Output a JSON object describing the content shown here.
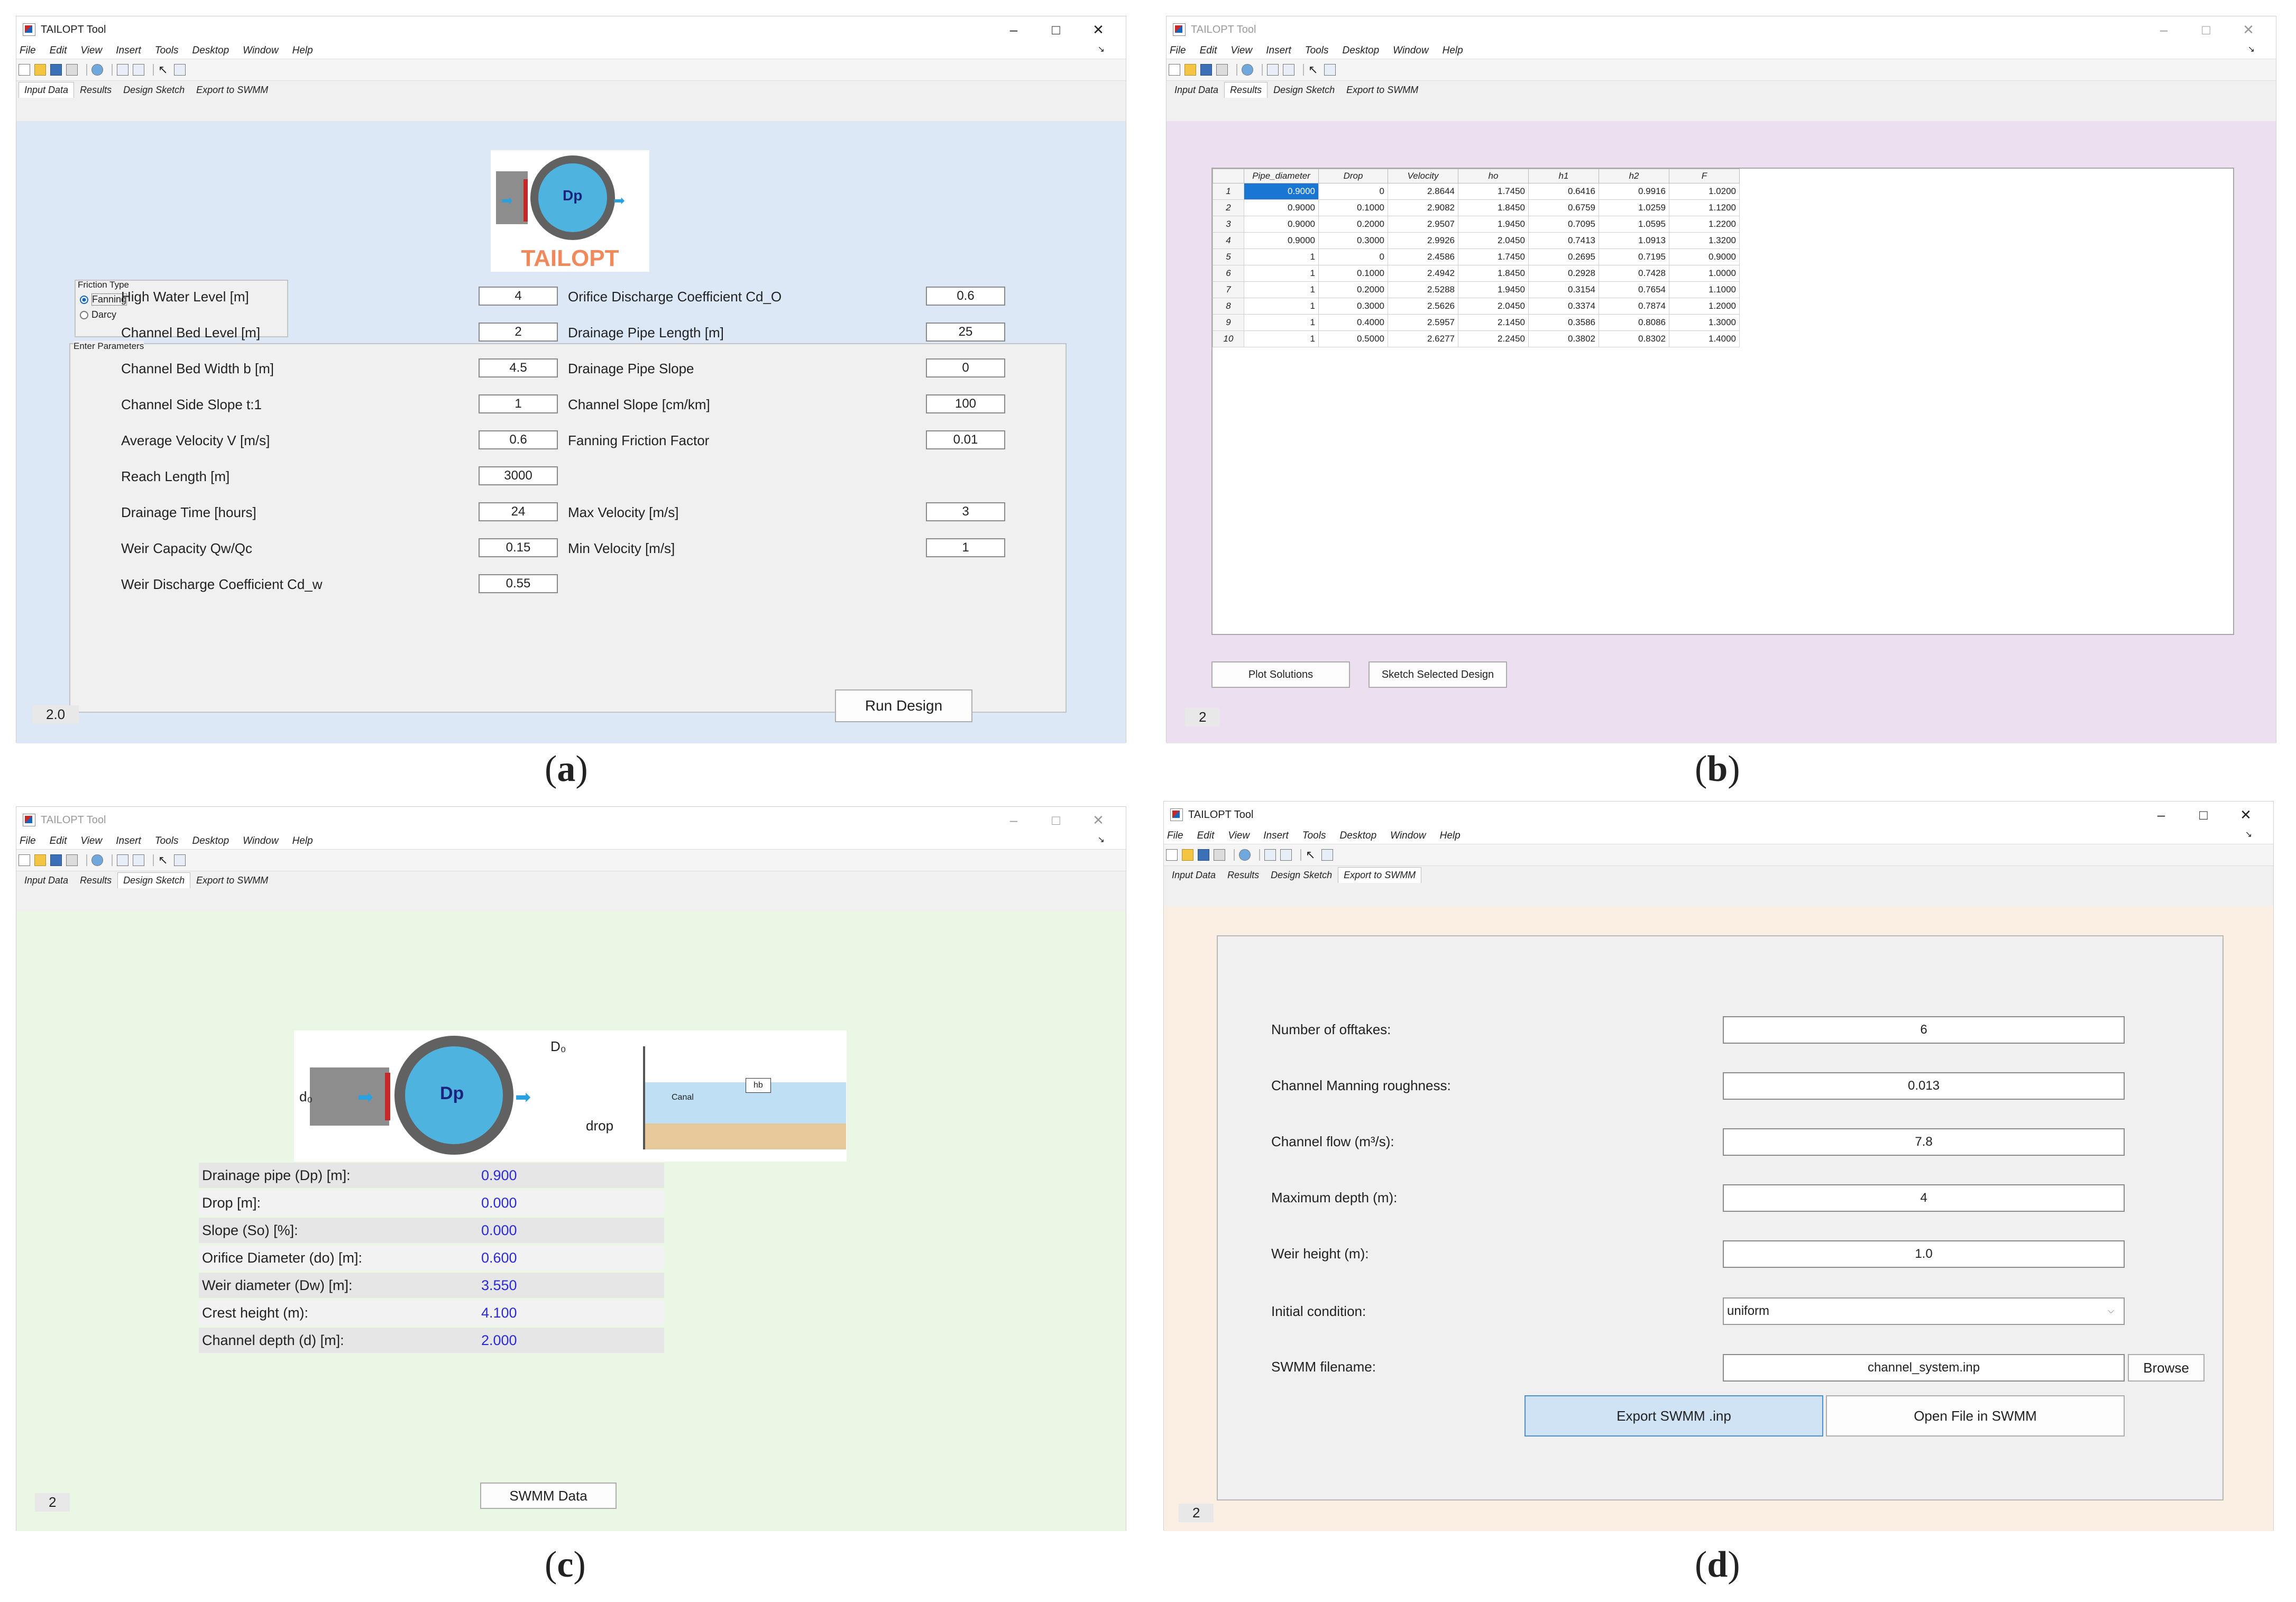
{
  "window_title": "TAILOPT Tool",
  "menu": [
    "File",
    "Edit",
    "View",
    "Insert",
    "Tools",
    "Desktop",
    "Window",
    "Help"
  ],
  "tabs": [
    "Input Data",
    "Results",
    "Design Sketch",
    "Export to SWMM"
  ],
  "window_controls": {
    "minimize": "–",
    "maximize": "□",
    "close": "✕"
  },
  "captions": {
    "a": "a",
    "b": "b",
    "c": "c",
    "d": "d"
  },
  "panel_a": {
    "colors": {
      "background": "#dde8f7"
    },
    "logo_text": "TAILOPT",
    "logo_symbol": "Dp",
    "friction": {
      "title": "Friction Type",
      "options": [
        "Fanning",
        "Darcy"
      ],
      "selected": "Fanning"
    },
    "params_title": "Enter Parameters",
    "left_fields": [
      {
        "label": "High Water Level [m]",
        "value": "4"
      },
      {
        "label": "Channel Bed Level [m]",
        "value": "2"
      },
      {
        "label": "Channel Bed Width b [m]",
        "value": "4.5"
      },
      {
        "label": "Channel Side Slope t:1",
        "value": "1"
      },
      {
        "label": "Average Velocity V [m/s]",
        "value": "0.6"
      },
      {
        "label": "Reach Length [m]",
        "value": "3000"
      },
      {
        "label": "Drainage Time [hours]",
        "value": "24"
      },
      {
        "label": "Weir Capacity Qw/Qc",
        "value": "0.15"
      },
      {
        "label": "Weir Discharge Coefficient Cd_w",
        "value": "0.55"
      }
    ],
    "right_fields": [
      {
        "label": "Orifice Discharge Coefficient Cd_O",
        "value": "0.6"
      },
      {
        "label": "Drainage Pipe Length [m]",
        "value": "25"
      },
      {
        "label": "Drainage Pipe Slope",
        "value": "0"
      },
      {
        "label": "Channel Slope [cm/km]",
        "value": "100"
      },
      {
        "label": "Fanning Friction Factor",
        "value": "0.01"
      },
      {
        "label": "Max Velocity [m/s]",
        "value": "3"
      },
      {
        "label": "Min Velocity [m/s]",
        "value": "1"
      }
    ],
    "run_button": "Run Design",
    "status": "2.0"
  },
  "panel_b": {
    "colors": {
      "background": "#ece0f0"
    },
    "columns": [
      "Pipe_diameter",
      "Drop",
      "Velocity",
      "ho",
      "h1",
      "h2",
      "F"
    ],
    "rows": [
      [
        "1",
        "0.9000",
        "0",
        "2.8644",
        "1.7450",
        "0.6416",
        "0.9916",
        "1.0200"
      ],
      [
        "2",
        "0.9000",
        "0.1000",
        "2.9082",
        "1.8450",
        "0.6759",
        "1.0259",
        "1.1200"
      ],
      [
        "3",
        "0.9000",
        "0.2000",
        "2.9507",
        "1.9450",
        "0.7095",
        "1.0595",
        "1.2200"
      ],
      [
        "4",
        "0.9000",
        "0.3000",
        "2.9926",
        "2.0450",
        "0.7413",
        "1.0913",
        "1.3200"
      ],
      [
        "5",
        "1",
        "0",
        "2.4586",
        "1.7450",
        "0.2695",
        "0.7195",
        "0.9000"
      ],
      [
        "6",
        "1",
        "0.1000",
        "2.4942",
        "1.8450",
        "0.2928",
        "0.7428",
        "1.0000"
      ],
      [
        "7",
        "1",
        "0.2000",
        "2.5288",
        "1.9450",
        "0.3154",
        "0.7654",
        "1.1000"
      ],
      [
        "8",
        "1",
        "0.3000",
        "2.5626",
        "2.0450",
        "0.3374",
        "0.7874",
        "1.2000"
      ],
      [
        "9",
        "1",
        "0.4000",
        "2.5957",
        "2.1450",
        "0.3586",
        "0.8086",
        "1.3000"
      ],
      [
        "10",
        "1",
        "0.5000",
        "2.6277",
        "2.2450",
        "0.3802",
        "0.8302",
        "1.4000"
      ]
    ],
    "plot_button": "Plot Solutions",
    "sketch_button": "Sketch Selected Design",
    "status": "2"
  },
  "panel_c": {
    "colors": {
      "background": "#eaf7e4"
    },
    "sketch_labels": {
      "dp": "Dp",
      "d0_left": "d₀",
      "d0_top": "D₀",
      "drop": "drop",
      "canal": "Canal",
      "hb": "hb"
    },
    "results": [
      {
        "label": "Drainage pipe (Dp) [m]:",
        "value": "0.900"
      },
      {
        "label": "Drop [m]:",
        "value": "0.000"
      },
      {
        "label": "Slope (So) [%]:",
        "value": "0.000"
      },
      {
        "label": "Orifice Diameter (do) [m]:",
        "value": "0.600"
      },
      {
        "label": "Weir diameter (Dw) [m]:",
        "value": "3.550"
      },
      {
        "label": "Crest height (m):",
        "value": "4.100"
      },
      {
        "label": "Channel depth (d) [m]:",
        "value": "2.000"
      }
    ],
    "swmm_button": "SWMM Data",
    "status": "2"
  },
  "panel_d": {
    "colors": {
      "background": "#fbefe4",
      "export_highlight": "#cfe3f5"
    },
    "fields": [
      {
        "label": "Number of offtakes:",
        "value": "6"
      },
      {
        "label": "Channel Manning roughness:",
        "value": "0.013"
      },
      {
        "label": "Channel flow (m³/s):",
        "value": "7.8"
      },
      {
        "label": "Maximum depth (m):",
        "value": "4"
      },
      {
        "label": "Weir height (m):",
        "value": "1.0"
      }
    ],
    "initial_condition": {
      "label": "Initial condition:",
      "value": "uniform"
    },
    "filename": {
      "label": "SWMM filename:",
      "value": "channel_system.inp"
    },
    "browse_button": "Browse",
    "export_button": "Export SWMM .inp",
    "open_button": "Open File in SWMM",
    "status": "2"
  }
}
